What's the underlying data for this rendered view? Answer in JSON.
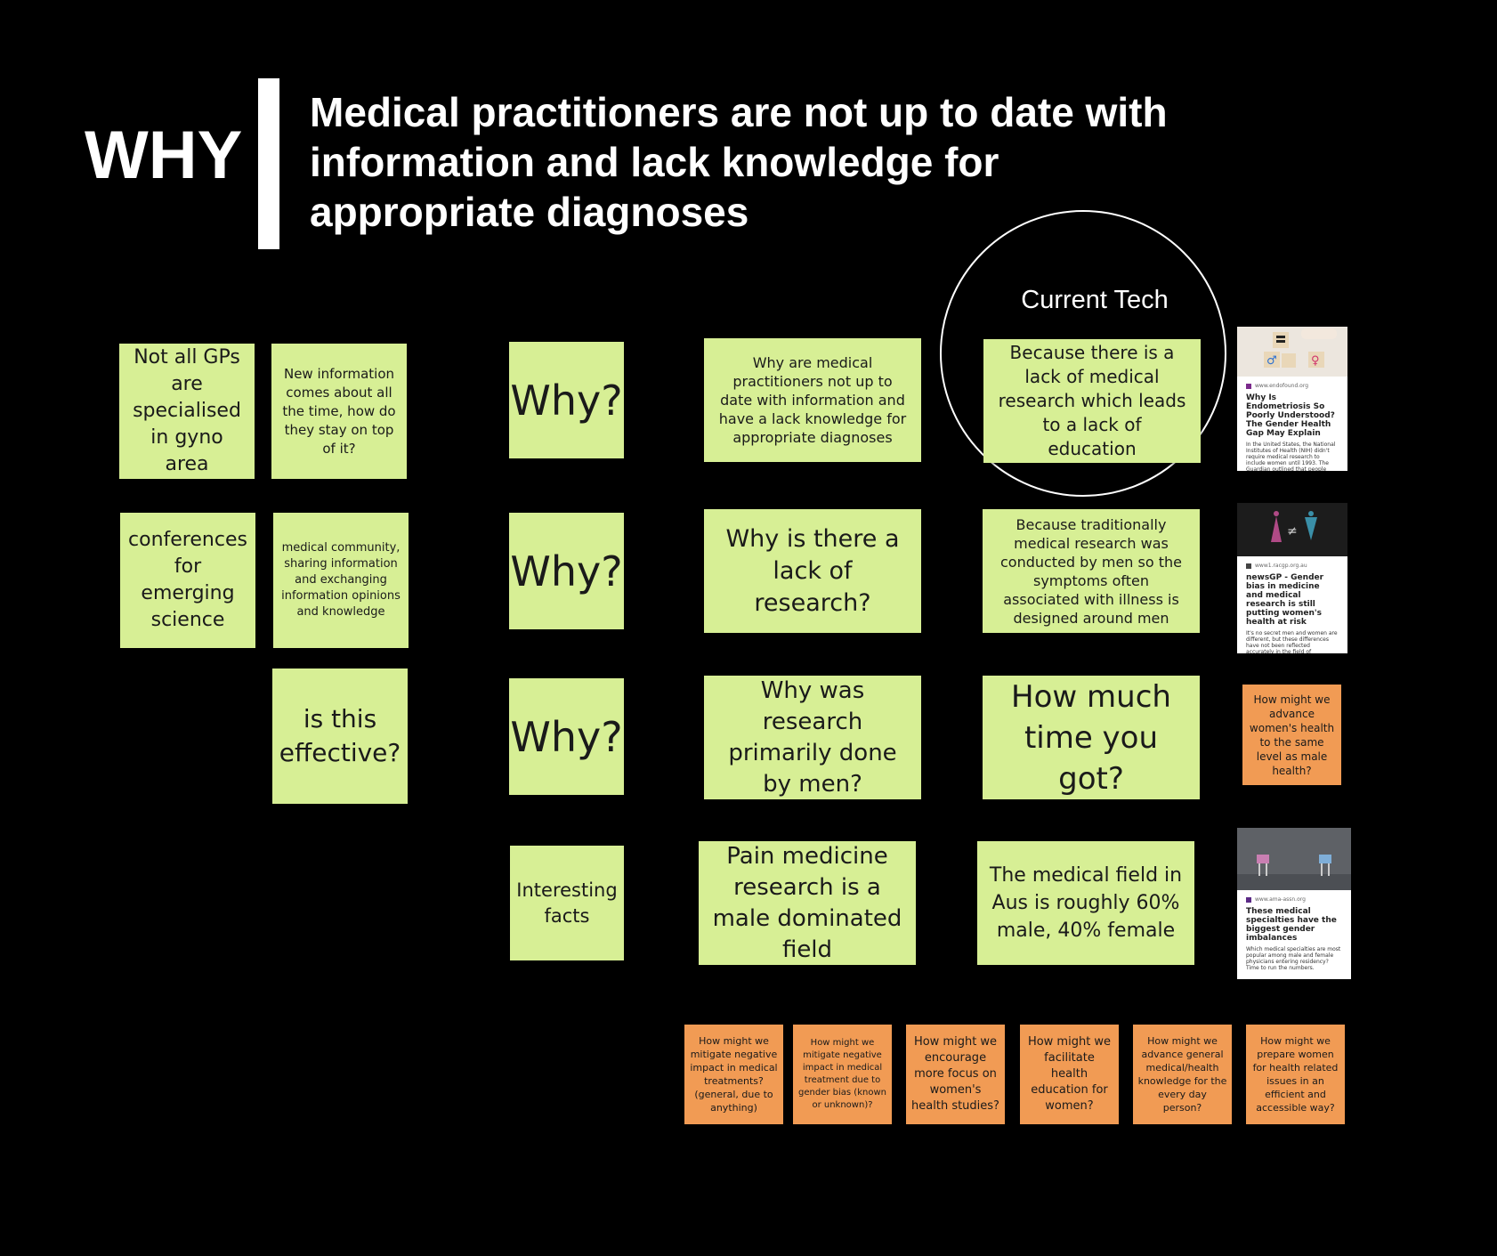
{
  "header": {
    "why_label": "WHY",
    "title": "Medical practitioners are not up to date with information and lack knowledge for appropriate diagnoses"
  },
  "current_tech": {
    "label": "Current Tech"
  },
  "notes": {
    "n1": "Not all GPs are specialised in gyno area",
    "n2": "New information comes about all the time, how do they stay on top of it?",
    "n3": "conferences for emerging science",
    "n4": "medical community, sharing information and exchanging information opinions and knowledge",
    "n5": "is this effective?",
    "why1": "Why?",
    "why2": "Why?",
    "why3": "Why?",
    "facts": "Interesting facts",
    "q1": "Why are medical practitioners not up to date with information and have a lack knowledge for appropriate diagnoses",
    "q2": "Why is there a lack of research?",
    "q3": "Why was research primarily done by men?",
    "f1": "Pain medicine research is a male dominated field",
    "a1": "Because there is a lack of medical research which leads to a lack of education",
    "a2": "Because traditionally medical research was conducted by men so the symptoms often associated with illness is designed around men",
    "a3": "How much time you got?",
    "f2": "The medical field in Aus is roughly 60% male, 40% female"
  },
  "hmw": {
    "side": "How might we advance women's health to the same level as male health?",
    "items": [
      "How might we mitigate negative impact in medical treatments? (general, due to anything)",
      "How might we mitigate negative impact in medical treatment due to gender bias (known or unknown)?",
      "How might we encourage more focus on women's health studies?",
      "How might we facilitate health education for women?",
      "How might we advance general medical/health knowledge for the every day person?",
      "How might we prepare women for health related issues in an efficient and accessible way?"
    ]
  },
  "cards": [
    {
      "url": "www.endofound.org",
      "title": "Why Is Endometriosis So Poorly Understood? The Gender Health Gap May Explain",
      "desc": "In the United States, the National Institutes of Health (NIH) didn't require medical research to include women until 1993. The Guardian outlined that people excused this omission by arguing that women",
      "fav_color": "#7b2a8c"
    },
    {
      "url": "www1.racgp.org.au",
      "title": "newsGP - Gender bias in medicine and medical research is still putting women's health at risk",
      "desc": "It's no secret men and women are different, but these differences have not been reflected accurately in the field of medicine.",
      "fav_color": "#444444"
    },
    {
      "url": "www.ama-assn.org",
      "title": "These medical specialties have the biggest gender imbalances",
      "desc": "Which medical specialties are most popular among male and female physicians entering residency? Time to run the numbers.",
      "fav_color": "#5b2a86"
    }
  ],
  "colors": {
    "green_note": "#d7ef95",
    "orange_note": "#f19b54",
    "background": "#000000"
  }
}
